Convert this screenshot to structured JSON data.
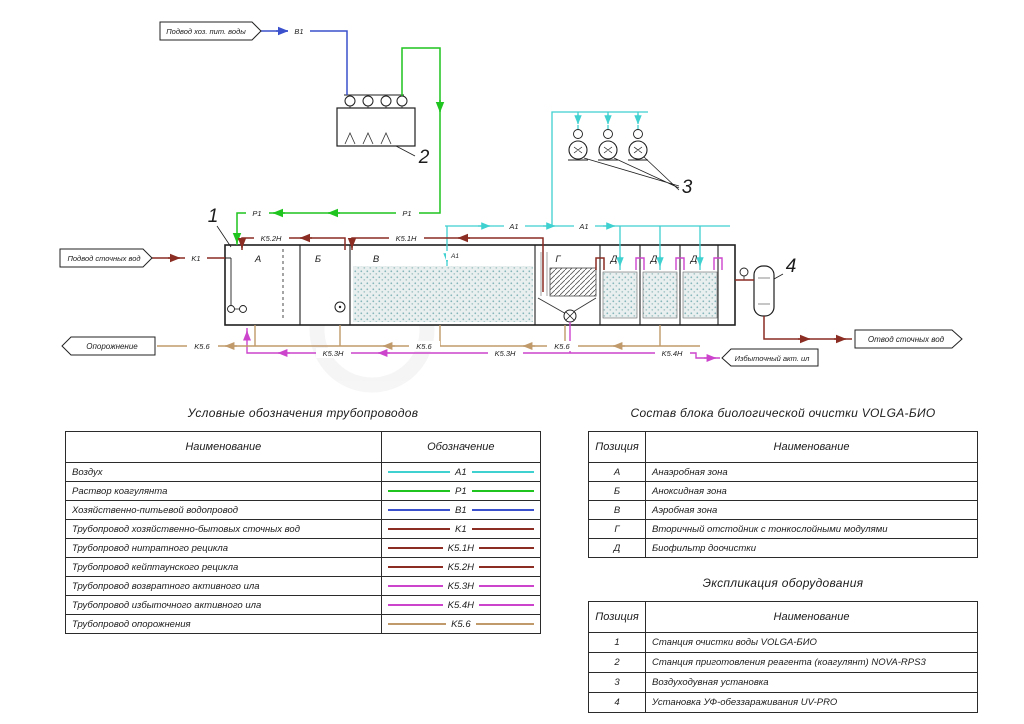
{
  "diagram": {
    "flags": {
      "feed_water": "Подвод хоз. пит. воды",
      "wastewater_in": "Подвод сточных вод",
      "emptying": "Опорожнение",
      "excess_sludge": "Избыточный акт. ил",
      "wastewater_out": "Отвод сточных вод"
    },
    "pipe_labels": {
      "a1": "A1",
      "p1": "P1",
      "b1": "B1",
      "k1": "K1",
      "k51": "K5.1H",
      "k52": "K5.2H",
      "k53": "K5.3H",
      "k54": "K5.4H",
      "k56": "K5.6"
    },
    "zone_labels": {
      "a": "А",
      "b": "Б",
      "v": "В",
      "g": "Г",
      "d": "Д"
    },
    "position_labels": {
      "n1": "1",
      "n2": "2",
      "n3": "3",
      "n4": "4"
    },
    "colors": {
      "air": "#3fd0d0",
      "coagulant": "#1fc41f",
      "potable": "#3a50cc",
      "sewage": "#8b2d23",
      "sludge": "#cc44cc",
      "drain": "#c09a6a",
      "outline": "#1f1f1f"
    }
  },
  "legend_table": {
    "title": "Условные обозначения трубопроводов",
    "headers": [
      "Наименование",
      "Обозначение"
    ],
    "rows": [
      {
        "name": "Воздух",
        "code": "A1",
        "color": "#3fd0d0"
      },
      {
        "name": "Раствор коагулянта",
        "code": "P1",
        "color": "#1fc41f"
      },
      {
        "name": "Хозяйственно-питьевой водопровод",
        "code": "B1",
        "color": "#3a50cc"
      },
      {
        "name": "Трубопровод хозяйственно-бытовых сточных вод",
        "code": "K1",
        "color": "#8b2d23"
      },
      {
        "name": "Трубопровод нитратного рецикла",
        "code": "K5.1H",
        "color": "#8b2d23"
      },
      {
        "name": "Трубопровод кейптаунского рецикла",
        "code": "K5.2H",
        "color": "#8b2d23"
      },
      {
        "name": "Трубопровод возвратного активного ила",
        "code": "K5.3H",
        "color": "#cc44cc"
      },
      {
        "name": "Трубопровод избыточного активного ила",
        "code": "K5.4H",
        "color": "#cc44cc"
      },
      {
        "name": "Трубопровод опорожнения",
        "code": "K5.6",
        "color": "#c09a6a"
      }
    ]
  },
  "composition_table": {
    "title": "Состав блока биологической очистки VOLGA-БИО",
    "headers": [
      "Позиция",
      "Наименование"
    ],
    "rows": [
      {
        "pos": "А",
        "name": "Анаэробная зона"
      },
      {
        "pos": "Б",
        "name": "Аноксидная зона"
      },
      {
        "pos": "В",
        "name": "Аэробная зона"
      },
      {
        "pos": "Г",
        "name": "Вторичный отстойник с тонкослойными модулями"
      },
      {
        "pos": "Д",
        "name": "Биофильтр доочистки"
      }
    ]
  },
  "equipment_table": {
    "title": "Экспликация оборудования",
    "headers": [
      "Позиция",
      "Наименование"
    ],
    "rows": [
      {
        "pos": "1",
        "name": "Станция очистки воды VOLGA-БИО"
      },
      {
        "pos": "2",
        "name": "Станция приготовления реагента (коагулянт) NOVA-RPS3"
      },
      {
        "pos": "3",
        "name": "Воздуходувная установка"
      },
      {
        "pos": "4",
        "name": "Установка УФ-обеззараживания UV-PRO"
      }
    ]
  }
}
